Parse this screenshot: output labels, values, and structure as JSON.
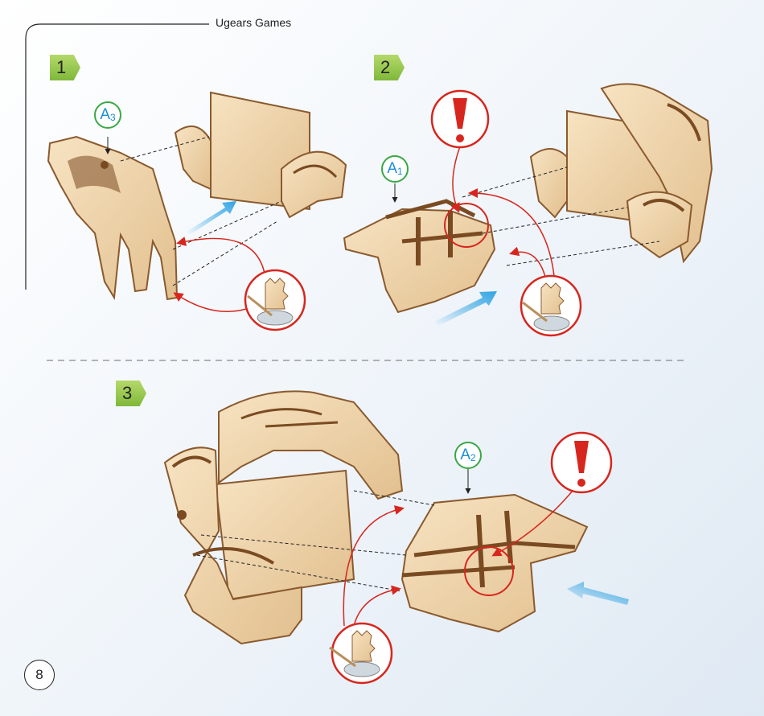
{
  "header": {
    "title": "Ugears Games"
  },
  "steps": [
    {
      "number": "1",
      "part_label": {
        "letter": "A",
        "sub": "3"
      }
    },
    {
      "number": "2",
      "part_label": {
        "letter": "A",
        "sub": "1"
      }
    },
    {
      "number": "3",
      "part_label": {
        "letter": "A",
        "sub": "2"
      }
    }
  ],
  "page": {
    "number": "8"
  },
  "colors": {
    "step_badge": "#8cc63f",
    "part_label_ring": "#39a845",
    "part_label_text": "#1b8fd6",
    "warning": "#d7261e",
    "arrow_blue": "#2ea3e3",
    "wood": "#f0d6ae",
    "wood_edge": "#8a5a2e"
  },
  "icons": [
    "warning-exclamation-icon",
    "glue-pot-icon",
    "blue-direction-arrow-icon"
  ]
}
